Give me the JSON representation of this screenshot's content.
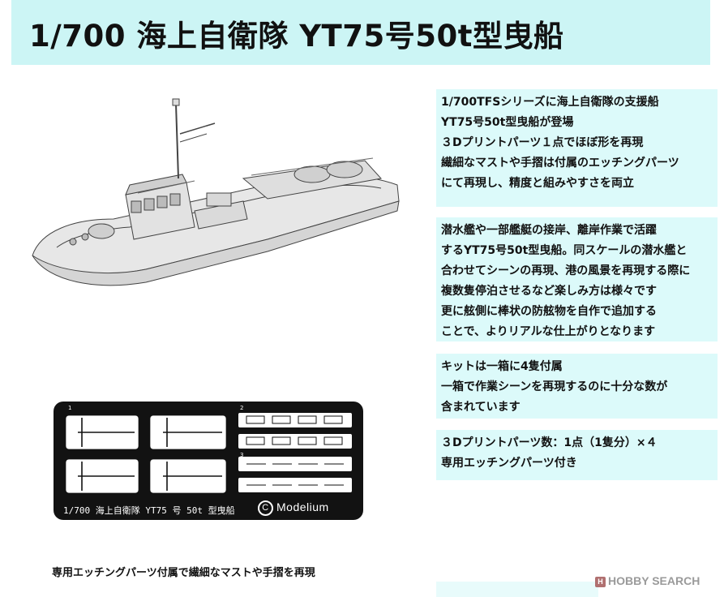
{
  "title": "1/700 海上自衛隊 YT75号50t型曳船",
  "info_boxes": [
    {
      "lines": [
        "1/700TFSシリーズに海上自衛隊の支援船",
        "YT75号50t型曳船が登場",
        "３Dプリントパーツ１点でほぼ形を再現",
        "繊細なマストや手摺は付属のエッチングパーツ",
        "にて再現し、精度と組みやすさを両立"
      ]
    },
    {
      "lines": [
        "潜水艦や一部艦艇の接岸、離岸作業で活躍",
        "するYT75号50t型曳船。同スケールの潜水艦と",
        "合わせてシーンの再現、港の風景を再現する際に",
        "複数隻停泊させるなど楽しみ方は様々です",
        "更に舷側に棒状の防舷物を自作で追加する",
        "ことで、よりリアルな仕上がりとなります"
      ]
    },
    {
      "lines": [
        "キットは一箱に4隻付属",
        "一箱で作業シーンを再現するのに十分な数が",
        "含まれています"
      ]
    },
    {
      "lines": [
        "３Dプリントパーツ数：1点（1隻分）×４",
        "専用エッチングパーツ付き"
      ]
    }
  ],
  "etching_sheet": {
    "part_numbers": [
      "1",
      "2",
      "3"
    ],
    "label": "1/700 海上自衛隊 YT75 号 50t 型曳船",
    "logo_symbol": "C",
    "logo_text": "Modelium"
  },
  "caption": "専用エッチングパーツ付属で繊細なマストや手摺を再現",
  "watermark": {
    "symbol": "H",
    "text": "HOBBY SEARCH"
  }
}
